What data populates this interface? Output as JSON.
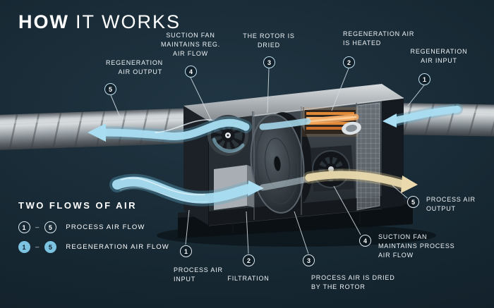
{
  "title": {
    "bold": "HOW",
    "rest": "IT WORKS"
  },
  "legend": {
    "title": "TWO FLOWS OF AIR",
    "dash": "–",
    "rows": [
      {
        "start": "1",
        "end": "5",
        "label": "PROCESS AIR FLOW"
      },
      {
        "start": "1",
        "end": "5",
        "label": "REGENERATION AIR FLOW"
      }
    ]
  },
  "callouts": {
    "reg_output": {
      "num": "5",
      "label": "REGENERATION AIR OUTPUT"
    },
    "reg_fan": {
      "num": "4",
      "label": "SUCTION FAN MAINTAINS REG. AIR FLOW"
    },
    "reg_rotor": {
      "num": "3",
      "label": "THE ROTOR IS DRIED"
    },
    "reg_heater": {
      "num": "2",
      "label": "REGENERATION AIR IS HEATED"
    },
    "reg_input": {
      "num": "1",
      "label": "REGENERATION AIR INPUT"
    },
    "proc_input": {
      "num": "1",
      "label": "PROCESS AIR INPUT"
    },
    "proc_filter": {
      "num": "2",
      "label": "FILTRATION"
    },
    "proc_rotor": {
      "num": "3",
      "label": "PROCESS AIR IS DRIED BY THE ROTOR"
    },
    "proc_fan": {
      "num": "4",
      "label": "SUCTION FAN MAINTAINS PROCESS AIR FLOW"
    },
    "proc_output": {
      "num": "5",
      "label": "PROCESS AIR OUTPUT"
    }
  },
  "colors": {
    "background": "#16252f",
    "text": "#eef3f6",
    "accent_blue": "#8fd0ea",
    "airflow_blue": "#a9ddf1",
    "output_beige": "#e9d9ad",
    "heater_orange": "#ef9a4a",
    "duct_gray": "#9aa1a6"
  },
  "illustration_parts": [
    "left-duct",
    "right-duct",
    "machine-body",
    "regeneration-fan",
    "rotor",
    "heater",
    "process-fan",
    "filter-panel",
    "base-plinth",
    "process-air-in-arrow",
    "process-air-out-arrow",
    "regeneration-air-in-arrow",
    "regeneration-air-out-arrow"
  ]
}
